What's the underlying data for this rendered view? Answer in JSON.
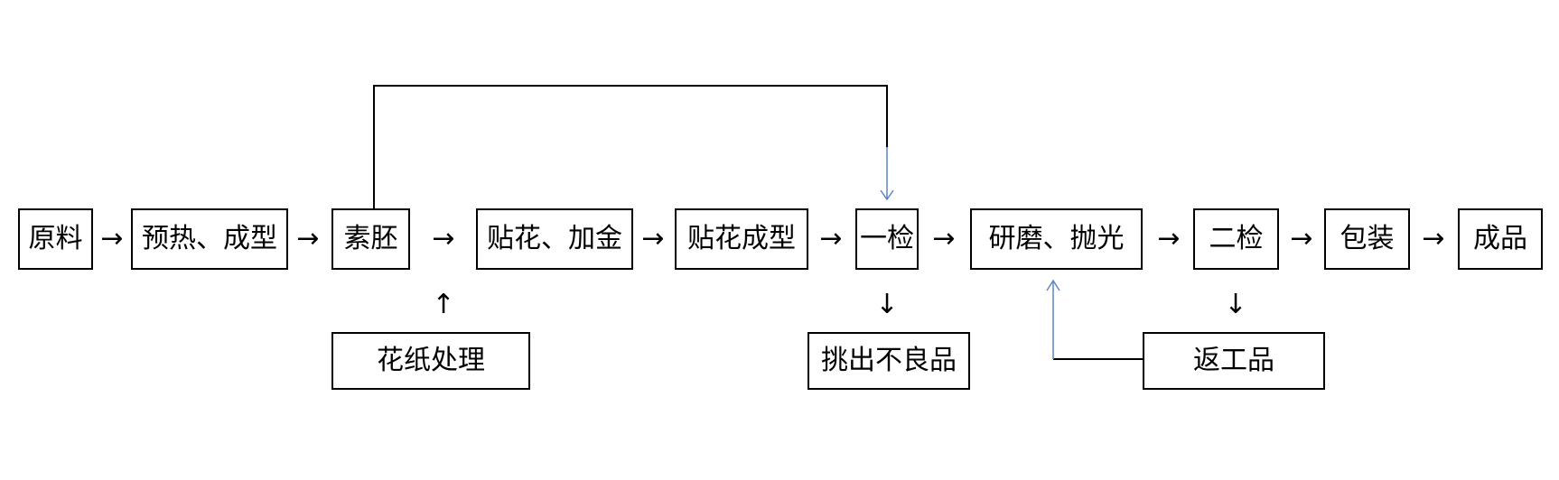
{
  "colors": {
    "line": "#000000",
    "feedback_line": "#5b87c5"
  },
  "arrows": {
    "right": "→",
    "up": "↑",
    "down": "↓"
  },
  "main_flow": [
    {
      "label": "原料"
    },
    {
      "label": "预热、成型"
    },
    {
      "label": "素胚"
    },
    {
      "label": "贴花、加金"
    },
    {
      "label": "贴花成型"
    },
    {
      "label": "一检"
    },
    {
      "label": "研磨、抛光"
    },
    {
      "label": "二检"
    },
    {
      "label": "包装"
    },
    {
      "label": "成品"
    }
  ],
  "side_boxes": {
    "flower_paper": "花纸处理",
    "reject": "挑出不良品",
    "rework": "返工品"
  }
}
